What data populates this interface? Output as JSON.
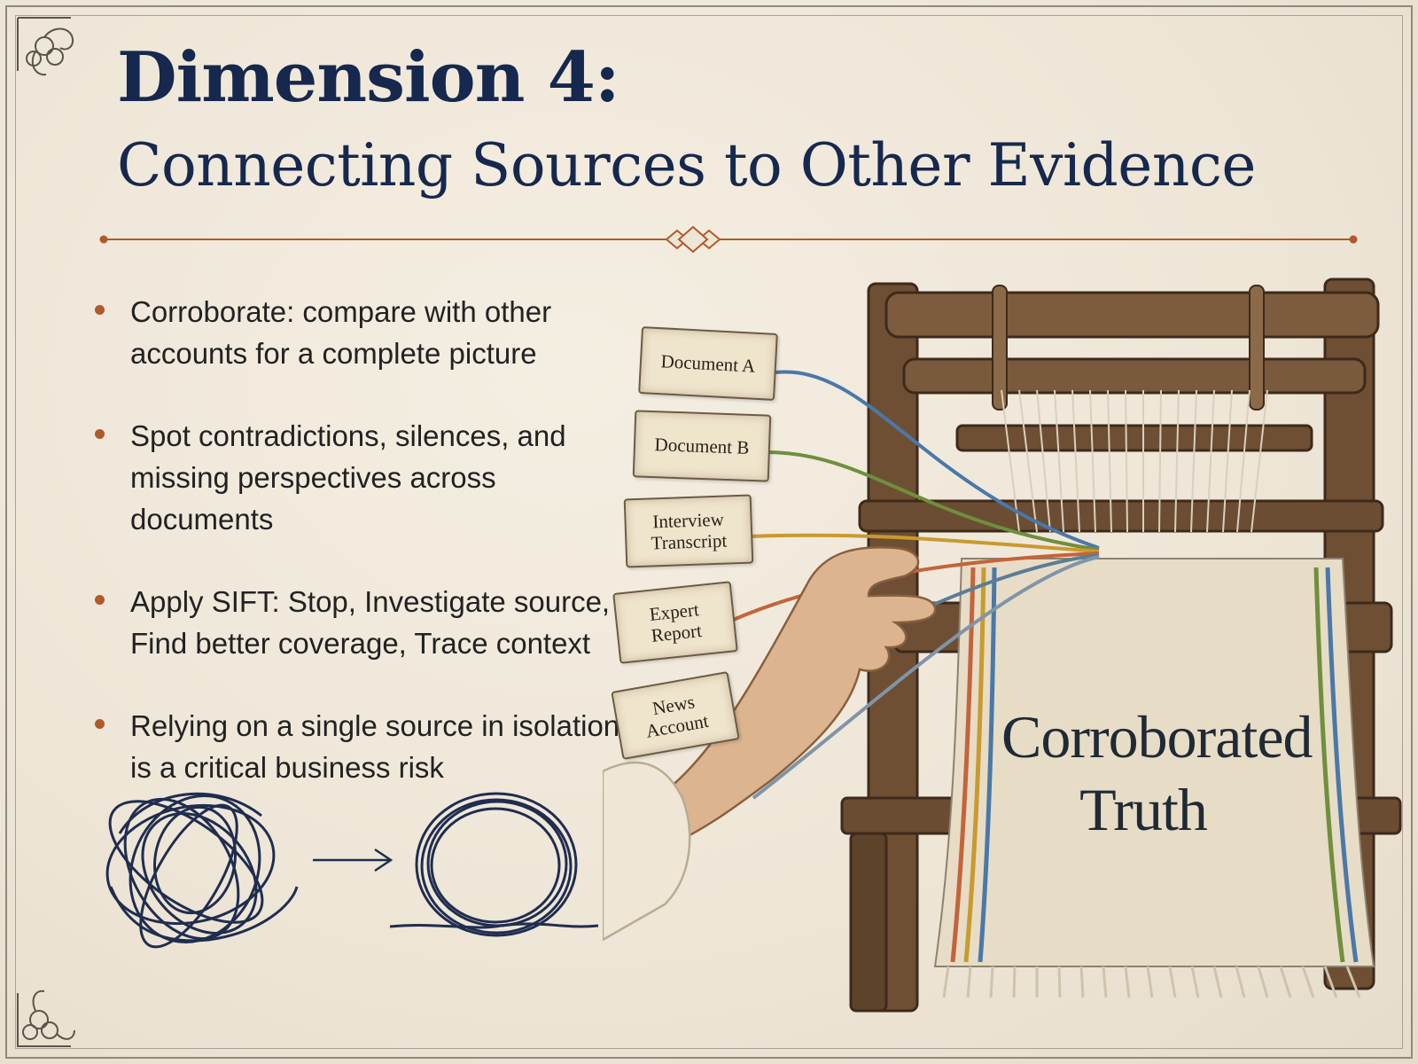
{
  "title": {
    "line1": "Dimension 4:",
    "line2": "Connecting Sources to Other Evidence"
  },
  "bullets": [
    {
      "line1": "Corroborate: compare with other",
      "line2": "accounts for a complete picture"
    },
    {
      "line1": "Spot contradictions, silences, and",
      "line2": "missing perspectives across documents"
    },
    {
      "line1": "Apply SIFT: Stop, Investigate source,",
      "line2": "Find better coverage, Trace context"
    },
    {
      "line1": "Relying on a single source in isolation",
      "line2": "is a critical business risk"
    }
  ],
  "tags": {
    "doc_a": "Document A",
    "doc_b": "Document B",
    "interview_1": "Interview",
    "interview_2": "Transcript",
    "expert_1": "Expert",
    "expert_2": "Report",
    "news_1": "News",
    "news_2": "Account"
  },
  "fabric": {
    "line1": "Corroborated",
    "line2": "Truth"
  },
  "colors": {
    "title": "#16284d",
    "accent": "#b05a2c",
    "thread_blue": "#4a78a8",
    "thread_green": "#6f8f3c",
    "thread_gold": "#c99a2e",
    "thread_orange": "#c4643a",
    "thread_slate": "#5b7d96",
    "wood": "#6e4f34"
  },
  "icons": [
    "corner-flourish-icon",
    "divider-diamond-icon",
    "tangled-thread-icon",
    "arrow-right-icon",
    "coiled-thread-icon",
    "loom-illustration"
  ]
}
